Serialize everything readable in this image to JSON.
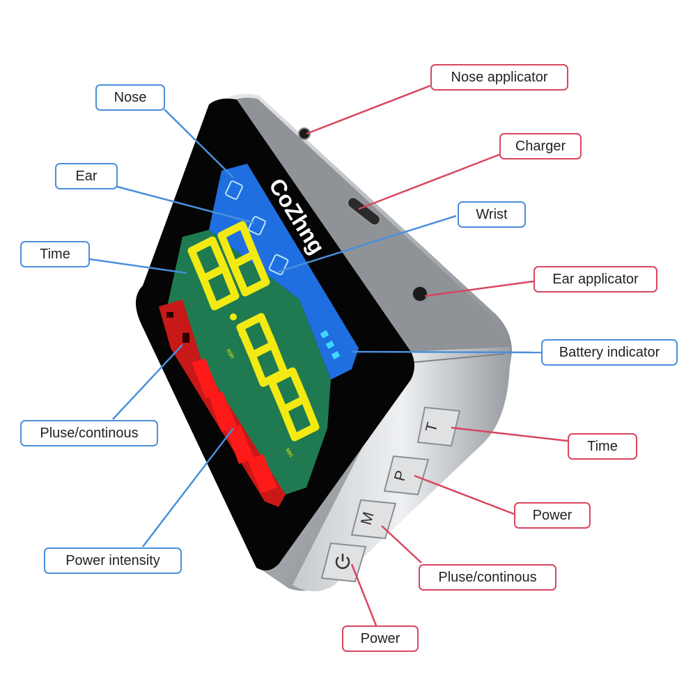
{
  "brand": "CoZhng",
  "colors": {
    "left_callout": "#4a8fdc",
    "right_callout": "#d9455e",
    "screen_blue": "#1f6fe0",
    "screen_green": "#1f7a52",
    "screen_red": "#e01010",
    "digit_yellow": "#f2ea12",
    "device_body": "#b9bdc2"
  },
  "display": {
    "unit_min": "min",
    "unit_sec": "sec",
    "digits": "88:88"
  },
  "buttons": {
    "t": "T",
    "p": "P",
    "m": "M",
    "power_symbol": "power-icon"
  },
  "labels_left": {
    "nose": "Nose",
    "ear": "Ear",
    "time": "Time",
    "pulse_continuous": "Pluse/continous",
    "power_intensity": "Power intensity"
  },
  "labels_right": {
    "nose_applicator": "Nose applicator",
    "charger": "Charger",
    "wrist": "Wrist",
    "ear_applicator": "Ear applicator",
    "battery_indicator": "Battery indicator",
    "time": "Time",
    "power": "Power",
    "pulse_continuous": "Pluse/continous",
    "power_bottom": "Power"
  }
}
